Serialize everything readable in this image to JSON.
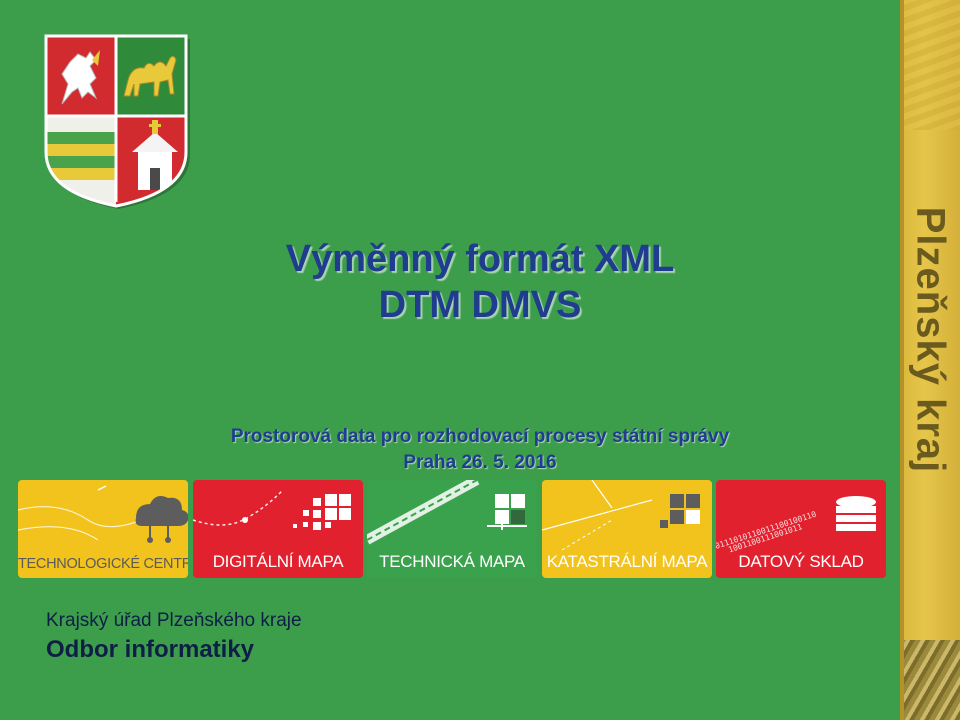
{
  "side_band": {
    "text": "Plzeňský kraj"
  },
  "title": {
    "line1": "Výměnný formát XML",
    "line2": "DTM DMVS"
  },
  "subtitle": {
    "line1": "Prostorová data pro rozhodovací procesy státní správy",
    "line2": "Praha 26. 5. 2016"
  },
  "tiles": [
    {
      "label": "TECHNOLOGICKÉ CENTRUM",
      "icon": "cloud-icon"
    },
    {
      "label": "DIGITÁLNÍ MAPA",
      "icon": "pixel-grid-icon"
    },
    {
      "label": "TECHNICKÁ MAPA",
      "icon": "network-grid-icon"
    },
    {
      "label": "KATASTRÁLNÍ MAPA",
      "icon": "parcel-grid-icon"
    },
    {
      "label": "DATOVÝ SKLAD",
      "icon": "database-icon"
    }
  ],
  "tile_binary_text": [
    "0111010110011100100110",
    "1001100111001011"
  ],
  "footer": {
    "line1": "Krajský úřad Plzeňského kraje",
    "line2": "Odbor informatiky"
  },
  "colors": {
    "background": "#3c9e4b",
    "title": "#1f3c8f",
    "band": "#e6c64a",
    "tile_yellow": "#f2c21d",
    "tile_red": "#e2212f",
    "tile_green": "#3aa24c"
  }
}
